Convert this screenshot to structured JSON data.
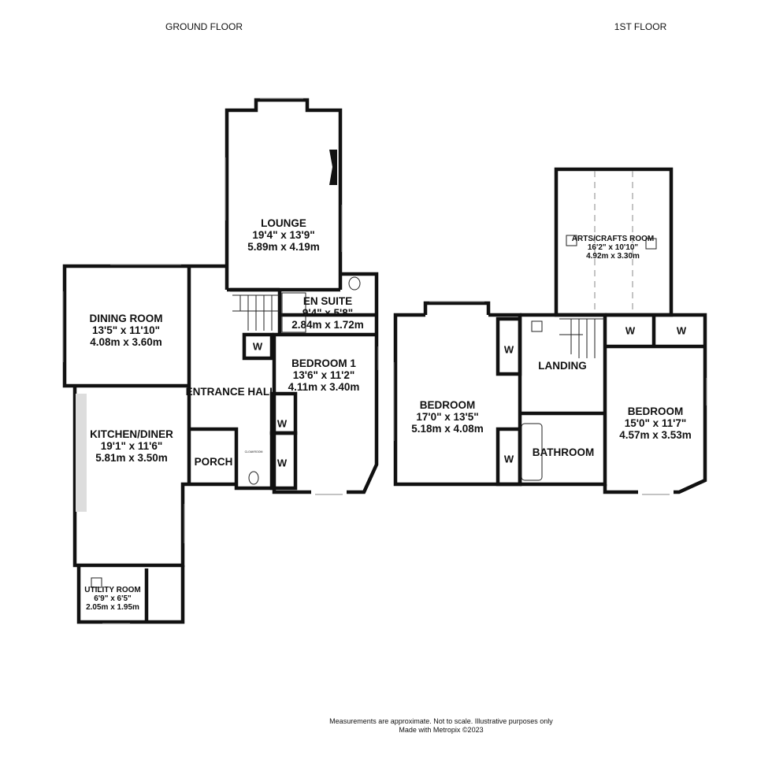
{
  "headers": {
    "ground": "GROUND FLOOR",
    "first": "1ST FLOOR"
  },
  "ground_floor": {
    "lounge": {
      "name": "LOUNGE",
      "imperial": "19'4\"  x 13'9\"",
      "metric": "5.89m  x 4.19m"
    },
    "en_suite": {
      "name": "EN SUITE",
      "imperial": "9'4\"  x 5'8\"",
      "metric": "2.84m  x 1.72m"
    },
    "dining": {
      "name": "DINING ROOM",
      "imperial": "13'5\"  x 11'10\"",
      "metric": "4.08m  x 3.60m"
    },
    "bedroom1": {
      "name": "BEDROOM 1",
      "imperial": "13'6\"  x 11'2\"",
      "metric": "4.11m  x 3.40m"
    },
    "entrance_hall": {
      "name": "ENTRANCE HALL"
    },
    "kitchen": {
      "name": "KITCHEN/DINER",
      "imperial": "19'1\"  x 11'6\"",
      "metric": "5.81m  x 3.50m"
    },
    "porch": {
      "name": "PORCH"
    },
    "cloakroom": {
      "name": "CLOAKROOM"
    },
    "utility": {
      "name": "UTILITY ROOM",
      "imperial": "6'9\"  x 6'5\"",
      "metric": "2.05m  x 1.95m"
    },
    "wardrobe_label": "W"
  },
  "first_floor": {
    "arts": {
      "name": "ARTS/CRAFTS ROOM",
      "imperial": "16'2\"  x 10'10\"",
      "metric": "4.92m  x 3.30m"
    },
    "bedroom_left": {
      "name": "BEDROOM",
      "imperial": "17'0\"  x 13'5\"",
      "metric": "5.18m  x 4.08m"
    },
    "landing": {
      "name": "LANDING"
    },
    "bathroom": {
      "name": "BATHROOM"
    },
    "bedroom_right": {
      "name": "BEDROOM",
      "imperial": "15'0\"  x 11'7\"",
      "metric": "4.57m  x 3.53m"
    },
    "wardrobe_label": "W"
  },
  "footer": {
    "line1": "Measurements are approximate.  Not to scale.  Illustrative purposes only",
    "line2": "Made with Metropix ©2023"
  }
}
